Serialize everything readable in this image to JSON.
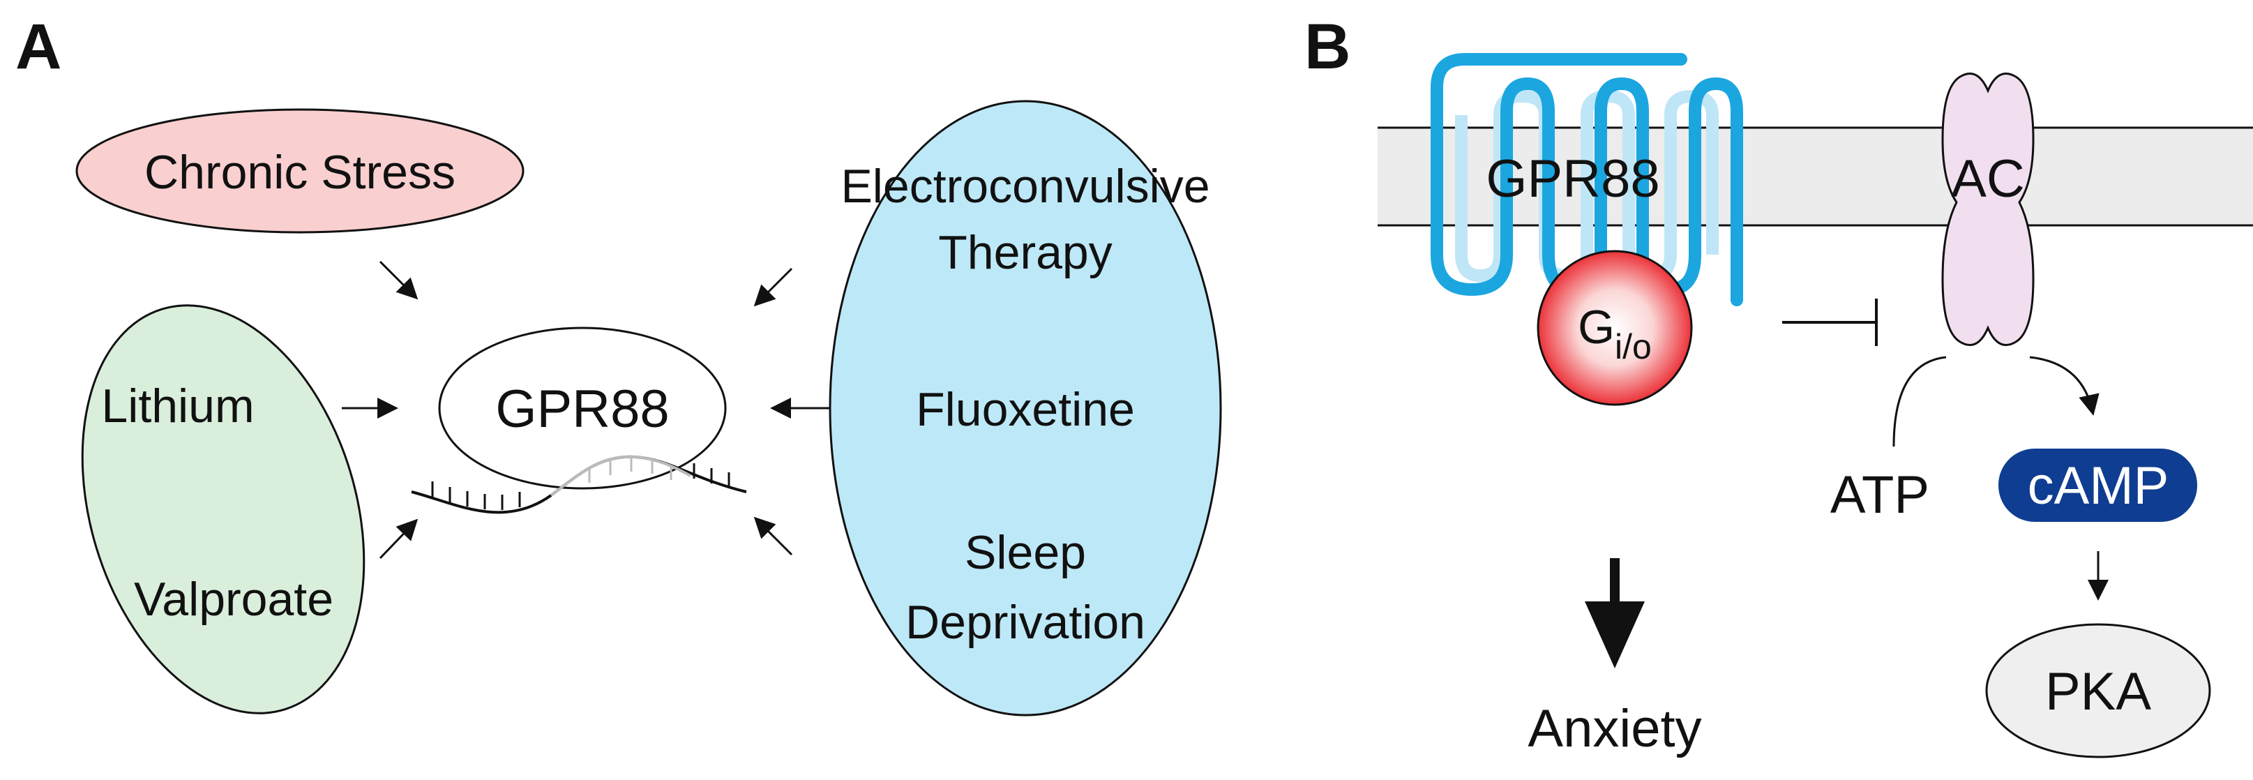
{
  "panel_a": {
    "letter": "A",
    "center": "GPR88",
    "chronic_stress": "Chronic Stress",
    "lithium": "Lithium",
    "valproate": "Valproate",
    "ect_line1": "Electroconvulsive",
    "ect_line2": "Therapy",
    "fluoxetine": "Fluoxetine",
    "sleep_line1": "Sleep",
    "sleep_line2": "Deprivation"
  },
  "panel_b": {
    "letter": "B",
    "receptor": "GPR88",
    "adenylyl_cyclase": "AC",
    "g_protein_main": "G",
    "g_protein_sub": "i/o",
    "atp": "ATP",
    "camp": "cAMP",
    "pka": "PKA",
    "anxiety": "Anxiety"
  },
  "colors": {
    "chronic_stress_fill": "#f9cfcf",
    "mood_stabilizer_fill": "#d9eedb",
    "antidepressant_fill": "#bde8f7",
    "membrane_fill": "#ececec",
    "receptor_blue": "#1ba6e0",
    "receptor_light_blue": "#bfe6f7",
    "ac_fill": "#f1dff0",
    "g_protein_red": "#e8121a",
    "camp_fill": "#0f3d91",
    "pka_fill": "#efefef"
  }
}
